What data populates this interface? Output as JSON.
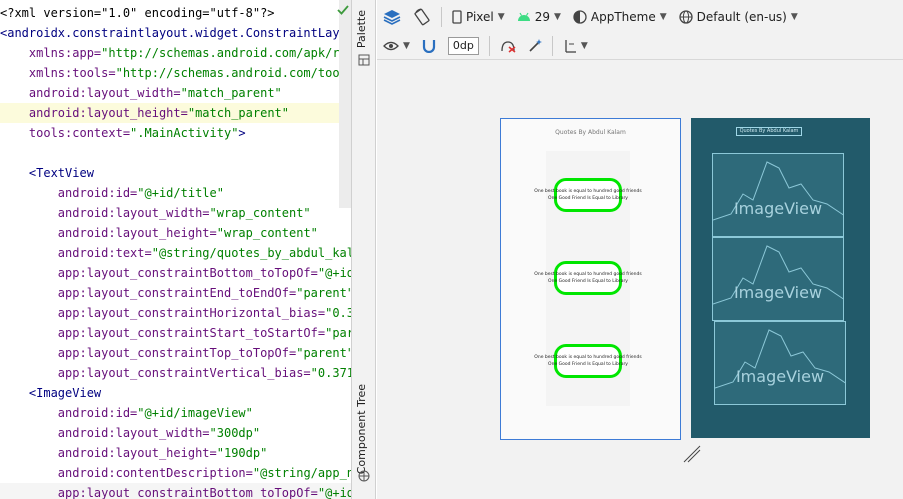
{
  "editor": {
    "lines": [
      [
        {
          "t": "<?xml version=\"1.0\" encoding=\"utf-8\"?>",
          "c": "plain"
        }
      ],
      [
        {
          "t": "<androidx.constraintlayout.widget.ConstraintLayout",
          "c": "tag"
        }
      ],
      [
        {
          "t": "    xmlns:app=",
          "c": "ns"
        },
        {
          "t": "\"http://schemas.android.com/apk/res",
          "c": "val"
        }
      ],
      [
        {
          "t": "    xmlns:tools=",
          "c": "ns"
        },
        {
          "t": "\"http://schemas.android.com/tools",
          "c": "val"
        }
      ],
      [
        {
          "t": "    android:layout_width=",
          "c": "ns"
        },
        {
          "t": "\"match_parent\"",
          "c": "val"
        }
      ],
      [
        {
          "t": "    android:layout_height=",
          "c": "ns"
        },
        {
          "t": "\"match_parent\"",
          "c": "val"
        }
      ],
      [
        {
          "t": "    tools:context=",
          "c": "ns"
        },
        {
          "t": "\".MainActivity\"",
          "c": "val"
        },
        {
          "t": ">",
          "c": "tag"
        }
      ],
      [
        {
          "t": "",
          "c": "plain"
        }
      ],
      [
        {
          "t": "    <TextView",
          "c": "tag"
        }
      ],
      [
        {
          "t": "        android:id=",
          "c": "ns"
        },
        {
          "t": "\"@+id/title\"",
          "c": "val"
        }
      ],
      [
        {
          "t": "        android:layout_width=",
          "c": "ns"
        },
        {
          "t": "\"wrap_content\"",
          "c": "val"
        }
      ],
      [
        {
          "t": "        android:layout_height=",
          "c": "ns"
        },
        {
          "t": "\"wrap_content\"",
          "c": "val"
        }
      ],
      [
        {
          "t": "        android:text=",
          "c": "ns"
        },
        {
          "t": "\"@string/quotes_by_abdul_kal",
          "c": "val"
        }
      ],
      [
        {
          "t": "        app:layout_constraintBottom_toTopOf=",
          "c": "ns"
        },
        {
          "t": "\"@+id",
          "c": "val"
        }
      ],
      [
        {
          "t": "        app:layout_constraintEnd_toEndOf=",
          "c": "ns"
        },
        {
          "t": "\"parent\"",
          "c": "val"
        }
      ],
      [
        {
          "t": "        app:layout_constraintHorizontal_bias=",
          "c": "ns"
        },
        {
          "t": "\"0.3",
          "c": "val"
        }
      ],
      [
        {
          "t": "        app:layout_constraintStart_toStartOf=",
          "c": "ns"
        },
        {
          "t": "\"par",
          "c": "val"
        }
      ],
      [
        {
          "t": "        app:layout_constraintTop_toTopOf=",
          "c": "ns"
        },
        {
          "t": "\"parent\"",
          "c": "val"
        }
      ],
      [
        {
          "t": "        app:layout_constraintVertical_bias=",
          "c": "ns"
        },
        {
          "t": "\"0.371",
          "c": "val"
        }
      ],
      [
        {
          "t": "    <ImageView",
          "c": "tag"
        }
      ],
      [
        {
          "t": "        android:id=",
          "c": "ns"
        },
        {
          "t": "\"@+id/imageView\"",
          "c": "val"
        }
      ],
      [
        {
          "t": "        android:layout_width=",
          "c": "ns"
        },
        {
          "t": "\"300dp\"",
          "c": "val"
        }
      ],
      [
        {
          "t": "        android:layout_height=",
          "c": "ns"
        },
        {
          "t": "\"190dp\"",
          "c": "val"
        }
      ],
      [
        {
          "t": "        android:contentDescription=",
          "c": "ns"
        },
        {
          "t": "\"@string/app_n",
          "c": "val"
        }
      ],
      [
        {
          "t": "        app:layout_constraintBottom_toTopOf=",
          "c": "ns"
        },
        {
          "t": "\"@+id",
          "c": "val"
        }
      ]
    ],
    "highlighted_line": 5,
    "current_line": 24
  },
  "side_tabs": {
    "palette": "Palette",
    "component_tree": "Component Tree"
  },
  "toolbar": {
    "device": "Pixel",
    "api": "29",
    "theme": "AppTheme",
    "locale": "Default (en-us)",
    "margin": "0dp"
  },
  "design_preview": {
    "title": "Quotes By Abdul Kalam",
    "quote_line_1": "One best book is equal to hundred good friends",
    "quote_line_2": "One Good Friend Is Equal to Library"
  },
  "blueprint_preview": {
    "title": "Quotes By Abdul Kalam",
    "image_label": "ImageView"
  },
  "colors": {
    "accent_green": "#00e600",
    "blueprint_bg": "#225a6a",
    "selection_blue": "#3d7bd6"
  }
}
